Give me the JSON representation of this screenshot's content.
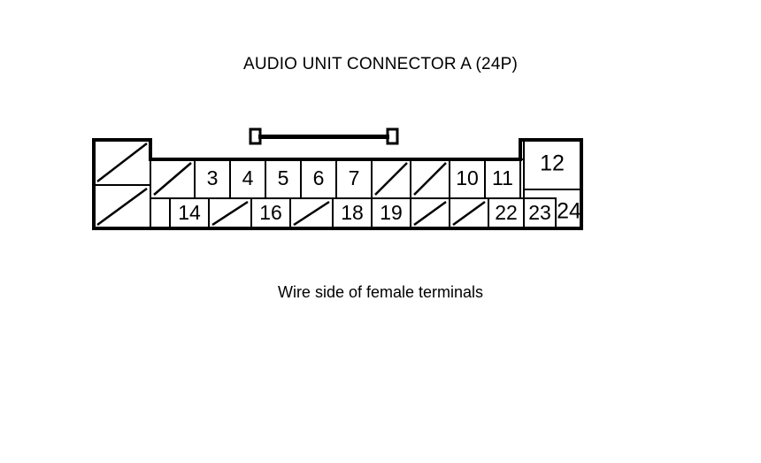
{
  "title": "AUDIO UNIT CONNECTOR A (24P)",
  "caption": "Wire side of female terminals",
  "connector": {
    "name": "AUDIO UNIT CONNECTOR A",
    "pin_count": "24P",
    "view": "Wire side of female terminals",
    "line_color": "#000000",
    "fill_color": "#ffffff",
    "rows": [
      {
        "row": "top",
        "cells": [
          {
            "position": 1,
            "label": "",
            "style": "diagonal",
            "raised": true
          },
          {
            "position": 2,
            "label": "",
            "style": "diagonal",
            "raised": false
          },
          {
            "position": 3,
            "label": "3",
            "style": "numbered",
            "raised": false
          },
          {
            "position": 4,
            "label": "4",
            "style": "numbered",
            "raised": false
          },
          {
            "position": 5,
            "label": "5",
            "style": "numbered",
            "raised": false
          },
          {
            "position": 6,
            "label": "6",
            "style": "numbered",
            "raised": false
          },
          {
            "position": 7,
            "label": "7",
            "style": "numbered",
            "raised": false
          },
          {
            "position": 8,
            "label": "",
            "style": "diagonal",
            "raised": false
          },
          {
            "position": 9,
            "label": "",
            "style": "diagonal",
            "raised": false
          },
          {
            "position": 10,
            "label": "10",
            "style": "numbered",
            "raised": false
          },
          {
            "position": 11,
            "label": "11",
            "style": "numbered",
            "raised": false
          },
          {
            "position": 0,
            "label": "",
            "style": "blank",
            "raised": false
          },
          {
            "position": 12,
            "label": "12",
            "style": "numbered",
            "raised": true
          }
        ]
      },
      {
        "row": "bottom",
        "cells": [
          {
            "position": 13,
            "label": "",
            "style": "diagonal",
            "raised": false
          },
          {
            "position": 0,
            "label": "",
            "style": "blank",
            "raised": false
          },
          {
            "position": 14,
            "label": "14",
            "style": "numbered",
            "raised": false
          },
          {
            "position": 15,
            "label": "",
            "style": "diagonal",
            "raised": false
          },
          {
            "position": 16,
            "label": "16",
            "style": "numbered",
            "raised": false
          },
          {
            "position": 17,
            "label": "",
            "style": "diagonal",
            "raised": false
          },
          {
            "position": 18,
            "label": "18",
            "style": "numbered",
            "raised": false
          },
          {
            "position": 19,
            "label": "19",
            "style": "numbered",
            "raised": false
          },
          {
            "position": 20,
            "label": "",
            "style": "diagonal",
            "raised": false
          },
          {
            "position": 21,
            "label": "",
            "style": "diagonal",
            "raised": false
          },
          {
            "position": 22,
            "label": "22",
            "style": "numbered",
            "raised": false
          },
          {
            "position": 23,
            "label": "23",
            "style": "numbered",
            "raised": false
          },
          {
            "position": 24,
            "label": "24",
            "style": "numbered",
            "raised": false
          }
        ]
      }
    ],
    "visible_pin_labels": [
      "3",
      "4",
      "5",
      "6",
      "7",
      "10",
      "11",
      "12",
      "14",
      "16",
      "18",
      "19",
      "22",
      "23",
      "24"
    ],
    "latch": {
      "present": true,
      "description": "center locking tab"
    }
  }
}
